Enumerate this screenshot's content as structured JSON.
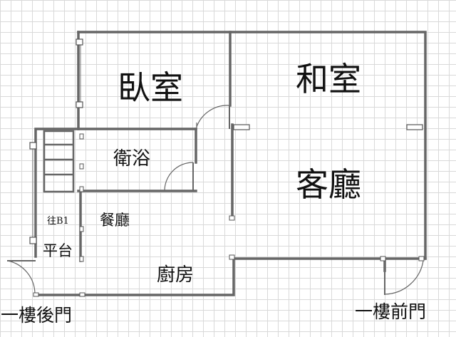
{
  "rooms": {
    "bedroom": "臥室",
    "japanese_room": "和室",
    "living_room": "客廳",
    "bathroom": "衛浴",
    "dining_room": "餐廳",
    "kitchen": "廚房",
    "platform": "平台",
    "stairs_note": "往B1"
  },
  "doors": {
    "back_door": "一樓後門",
    "front_door": "一樓前門"
  }
}
